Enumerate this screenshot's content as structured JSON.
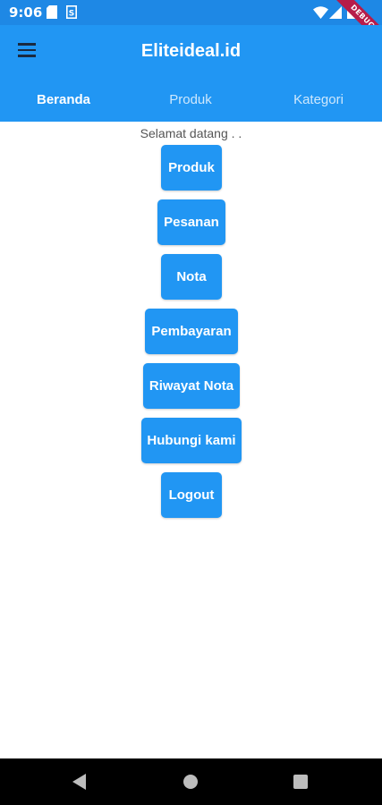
{
  "status_bar": {
    "time": "9:06",
    "icons": [
      "sim-card-icon",
      "file-s-icon",
      "wifi-icon",
      "signal-icon",
      "battery-icon"
    ],
    "debug_label": "DEBUG"
  },
  "app_bar": {
    "title": "Eliteideal.id",
    "menu_icon": "hamburger-menu-icon"
  },
  "tabs": [
    {
      "label": "Beranda",
      "active": true
    },
    {
      "label": "Produk",
      "active": false
    },
    {
      "label": "Kategori",
      "active": false
    }
  ],
  "content": {
    "welcome": "Selamat datang . .",
    "buttons": [
      {
        "label": "Produk"
      },
      {
        "label": "Pesanan"
      },
      {
        "label": "Nota"
      },
      {
        "label": "Pembayaran"
      },
      {
        "label": "Riwayat Nota"
      },
      {
        "label": "Hubungi kami"
      },
      {
        "label": "Logout"
      }
    ]
  },
  "nav_bar": {
    "icons": [
      "back-icon",
      "home-icon",
      "recent-apps-icon"
    ]
  },
  "colors": {
    "primary": "#2196f3",
    "status_bar": "#1e88e5",
    "nav_bar": "#000000"
  }
}
